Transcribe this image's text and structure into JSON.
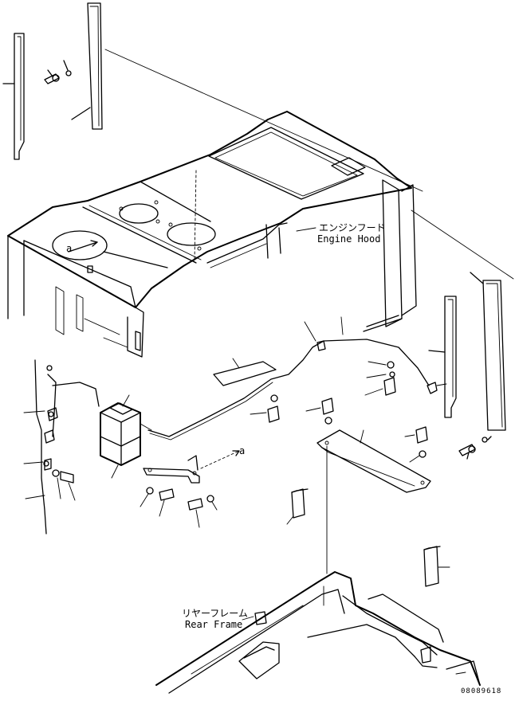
{
  "labels": {
    "engine_hood_jp": "エンジンフード",
    "engine_hood_en": "Engine Hood",
    "rear_frame_jp": "リヤーフレーム",
    "rear_frame_en": "Rear Frame",
    "view_ref_a_hood": "a",
    "view_ref_a_arrow": "a"
  },
  "drawing_code": "08089618"
}
